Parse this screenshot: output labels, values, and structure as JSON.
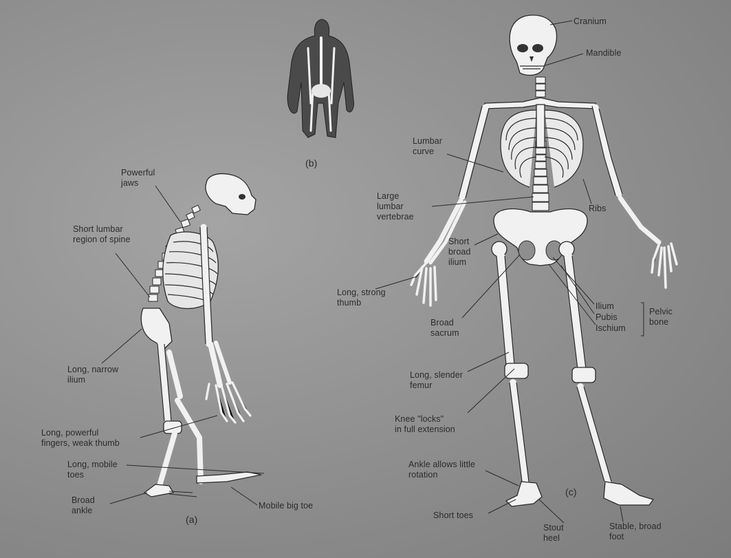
{
  "labels": {
    "cranium": "Cranium",
    "mandible": "Mandible",
    "lumbar_curve": "Lumbar\ncurve",
    "large_lumbar_vertebrae": "Large\nlumbar\nvertebrae",
    "ribs": "Ribs",
    "short_broad_ilium": "Short\nbroad\nilium",
    "long_strong_thumb": "Long, strong\nthumb",
    "broad_sacrum": "Broad\nsacrum",
    "ilium": "Ilium",
    "pubis": "Pubis",
    "ischium": "Ischium",
    "pelvic_bone": "Pelvic\nbone",
    "long_slender_femur": "Long, slender\nfemur",
    "knee_locks": "Knee \"locks\"\nin full extension",
    "ankle_allows_little_rotation": "Ankle allows little\nrotation",
    "short_toes": "Short toes",
    "stout_heel": "Stout\nheel",
    "stable_broad_foot": "Stable, broad\nfoot",
    "label_b": "(b)",
    "label_a": "(a)",
    "label_c": "(c)",
    "powerful_jaws": "Powerful\njaws",
    "short_lumbar_region": "Short lumbar\nregion of spine",
    "long_narrow_ilium": "Long, narrow\nilium",
    "long_powerful_fingers": "Long, powerful\nfingers, weak thumb",
    "long_mobile_toes": "Long, mobile\ntoes",
    "broad_ankle": "Broad\nankle",
    "mobile_big_toe": "Mobile big toe"
  },
  "colors": {
    "background": "#8e8e8e",
    "bone": "#f1f1f1",
    "outline": "#2a2a2a",
    "text": "#2b2b2b"
  }
}
